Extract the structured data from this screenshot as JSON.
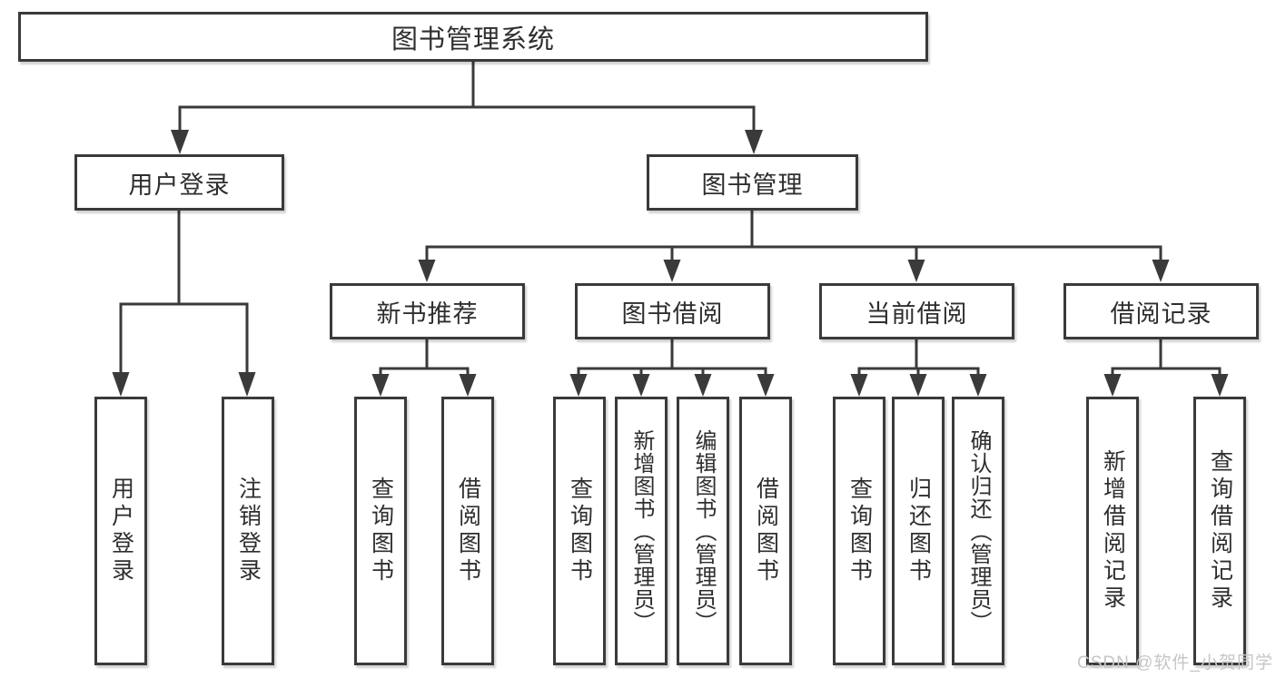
{
  "tree": {
    "label": "图书管理系统",
    "children": [
      {
        "label": "用户登录",
        "children": [
          {
            "label": "用户登录"
          },
          {
            "label": "注销登录"
          }
        ]
      },
      {
        "label": "图书管理",
        "children": [
          {
            "label": "新书推荐",
            "children": [
              {
                "label": "查询图书"
              },
              {
                "label": "借阅图书"
              }
            ]
          },
          {
            "label": "图书借阅",
            "children": [
              {
                "label": "查询图书"
              },
              {
                "label": "新增图书（管理员）"
              },
              {
                "label": "编辑图书（管理员）"
              },
              {
                "label": "借阅图书"
              }
            ]
          },
          {
            "label": "当前借阅",
            "children": [
              {
                "label": "查询图书"
              },
              {
                "label": "归还图书"
              },
              {
                "label": "确认归还（管理员）"
              }
            ]
          },
          {
            "label": "借阅记录",
            "children": [
              {
                "label": "新增借阅记录"
              },
              {
                "label": "查询借阅记录"
              }
            ]
          }
        ]
      }
    ]
  },
  "watermark": {
    "text": "CSDN @软件_小贺同学"
  },
  "colors": {
    "line": "#3a3a3a",
    "box_border": "#3a3a3a",
    "box_fill": "#ffffff",
    "text": "#2e2e2e",
    "watermark": "#c6c6c6",
    "background": "#ffffff"
  }
}
